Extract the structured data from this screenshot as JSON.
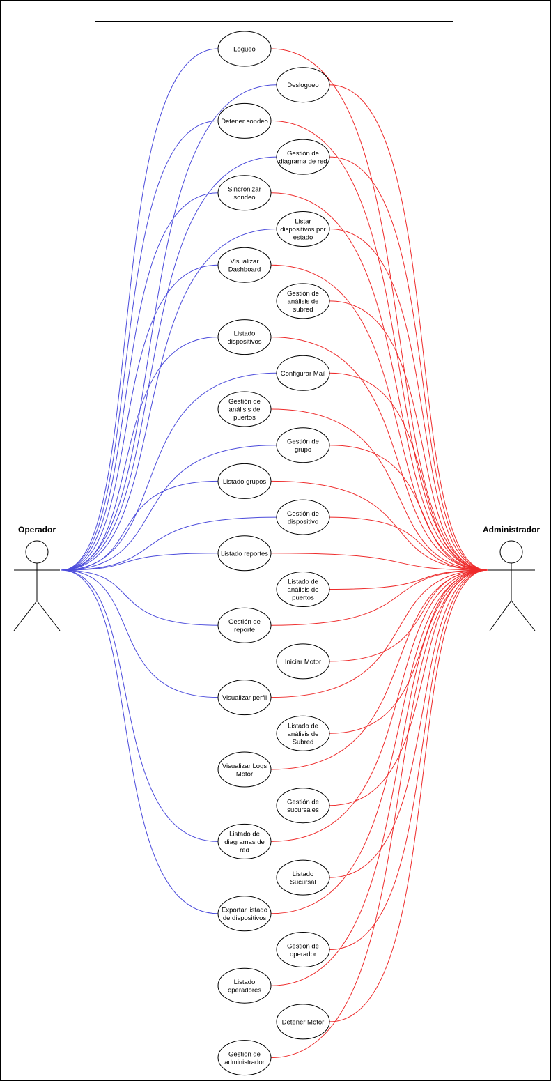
{
  "colors": {
    "operator_edge": "#4b4bdb",
    "admin_edge": "#ee2b2b",
    "stroke": "#000000",
    "background": "#ffffff"
  },
  "actors": {
    "operator": {
      "label": "Operador"
    },
    "admin": {
      "label": "Administrador"
    }
  },
  "use_cases": [
    {
      "id": "logueo",
      "lines": [
        "Logueo"
      ],
      "operator": true,
      "admin": true
    },
    {
      "id": "deslogueo",
      "lines": [
        "Deslogueo"
      ],
      "operator": true,
      "admin": true
    },
    {
      "id": "detener-sondeo",
      "lines": [
        "Detener sondeo"
      ],
      "operator": true,
      "admin": true
    },
    {
      "id": "gestion-diagrama-red",
      "lines": [
        "Gestión de",
        "diagrama de red"
      ],
      "operator": true,
      "admin": true
    },
    {
      "id": "sincronizar-sondeo",
      "lines": [
        "Sincronizar",
        "sondeo"
      ],
      "operator": true,
      "admin": true
    },
    {
      "id": "listar-dispositivos-estado",
      "lines": [
        "Listar",
        "dispositivos por",
        "estado"
      ],
      "operator": true,
      "admin": true
    },
    {
      "id": "visualizar-dashboard",
      "lines": [
        "Visualizar",
        "Dashboard"
      ],
      "operator": true,
      "admin": true
    },
    {
      "id": "gestion-analisis-subred",
      "lines": [
        "Gestión de",
        "análisis de",
        "subred"
      ],
      "operator": false,
      "admin": true
    },
    {
      "id": "listado-dispositivos",
      "lines": [
        "Listado",
        "dispositivos"
      ],
      "operator": true,
      "admin": true
    },
    {
      "id": "configurar-mail",
      "lines": [
        "Configurar Mail"
      ],
      "operator": true,
      "admin": true
    },
    {
      "id": "gestion-analisis-puertos",
      "lines": [
        "Gestión de",
        "análisis de",
        "puertos"
      ],
      "operator": false,
      "admin": true
    },
    {
      "id": "gestion-grupo",
      "lines": [
        "Gestión de",
        "grupo"
      ],
      "operator": true,
      "admin": true
    },
    {
      "id": "listado-grupos",
      "lines": [
        "Listado grupos"
      ],
      "operator": true,
      "admin": true
    },
    {
      "id": "gestion-dispositivo",
      "lines": [
        "Gestión de",
        "dispositivo"
      ],
      "operator": true,
      "admin": true
    },
    {
      "id": "listado-reportes",
      "lines": [
        "Listado reportes"
      ],
      "operator": true,
      "admin": true
    },
    {
      "id": "listado-analisis-puertos",
      "lines": [
        "Listado de",
        "análisis de",
        "puertos"
      ],
      "operator": false,
      "admin": true
    },
    {
      "id": "gestion-reporte",
      "lines": [
        "Gestión de",
        "reporte"
      ],
      "operator": true,
      "admin": true
    },
    {
      "id": "iniciar-motor",
      "lines": [
        "Iniciar Motor"
      ],
      "operator": false,
      "admin": true
    },
    {
      "id": "visualizar-perfil",
      "lines": [
        "Visualizar perfil"
      ],
      "operator": true,
      "admin": true
    },
    {
      "id": "listado-analisis-subred",
      "lines": [
        "Listado de",
        "análisis de",
        "Subred"
      ],
      "operator": false,
      "admin": true
    },
    {
      "id": "visualizar-logs-motor",
      "lines": [
        "Visualizar Logs",
        "Motor"
      ],
      "operator": false,
      "admin": true
    },
    {
      "id": "gestion-sucursales",
      "lines": [
        "Gestión de",
        "sucursales"
      ],
      "operator": false,
      "admin": true
    },
    {
      "id": "listado-diagramas-red",
      "lines": [
        "Listado de",
        "diagramas de",
        "red"
      ],
      "operator": true,
      "admin": true
    },
    {
      "id": "listado-sucursal",
      "lines": [
        "Listado",
        "Sucursal"
      ],
      "operator": false,
      "admin": true
    },
    {
      "id": "exportar-listado-dispositivos",
      "lines": [
        "Exportar listado",
        "de dispositivos"
      ],
      "operator": true,
      "admin": true
    },
    {
      "id": "gestion-operador",
      "lines": [
        "Gestión de",
        "operador"
      ],
      "operator": false,
      "admin": true
    },
    {
      "id": "listado-operadores",
      "lines": [
        "Listado",
        "operadores"
      ],
      "operator": false,
      "admin": true
    },
    {
      "id": "detener-motor",
      "lines": [
        "Detener Motor"
      ],
      "operator": false,
      "admin": true
    },
    {
      "id": "gestion-administrador",
      "lines": [
        "Gestión de",
        "administrador"
      ],
      "operator": false,
      "admin": true
    }
  ]
}
